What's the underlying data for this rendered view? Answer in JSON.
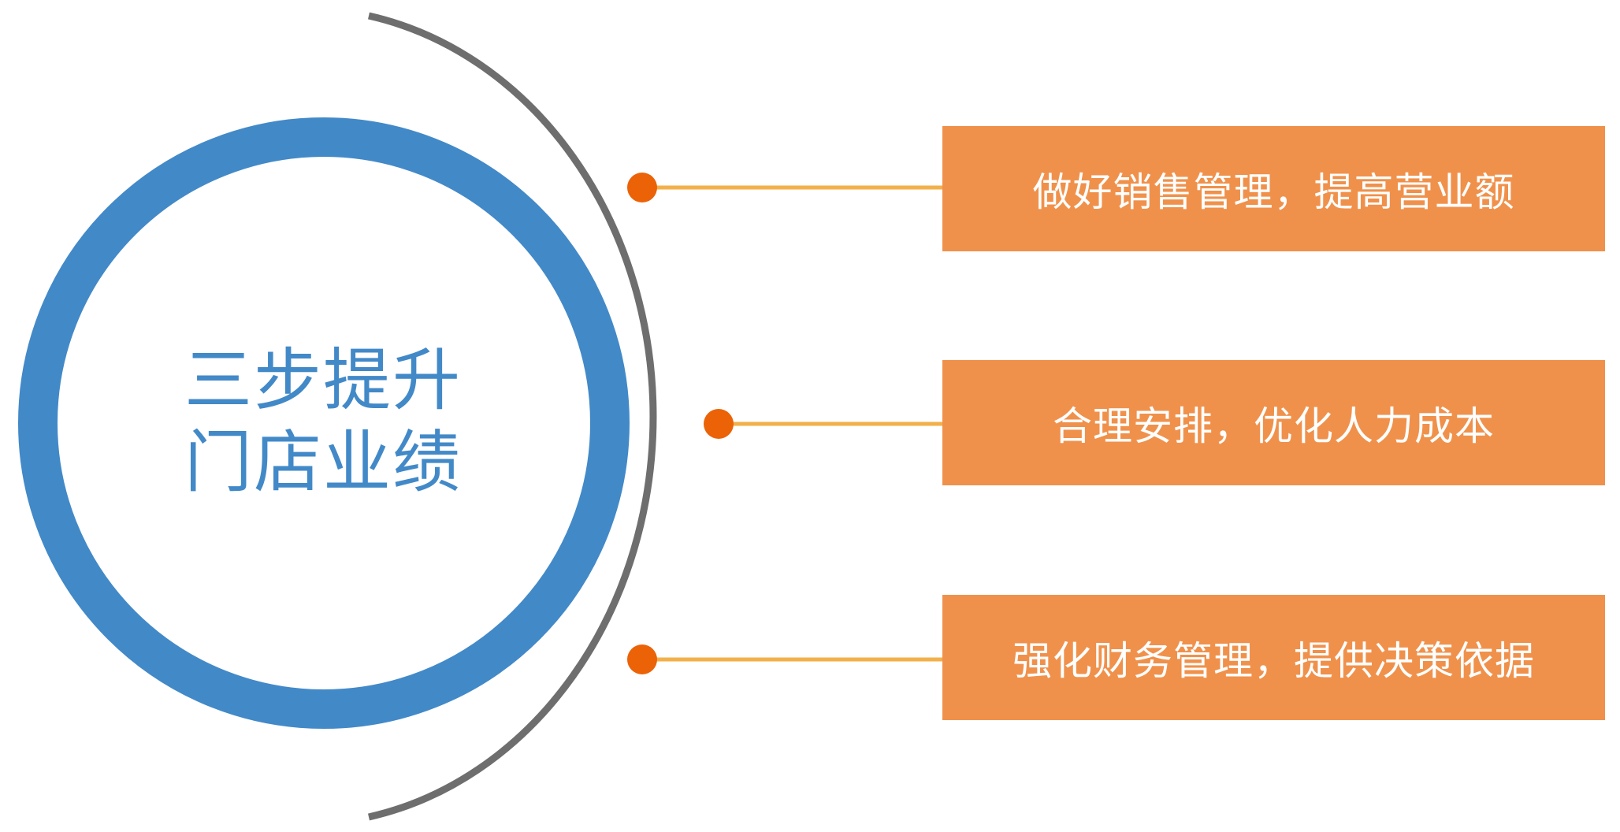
{
  "center": {
    "line1": "三步提升",
    "line2": "门店业绩"
  },
  "steps": [
    {
      "label": "做好销售管理，提高营业额"
    },
    {
      "label": "合理安排，优化人力成本"
    },
    {
      "label": "强化财务管理，提供决策依据"
    }
  ],
  "colors": {
    "ring": "#4289c8",
    "arc": "#6e6e6e",
    "connector": "#f2b04a",
    "dot": "#eb6207",
    "box": "#f0914b",
    "box_text": "#ffffff"
  }
}
